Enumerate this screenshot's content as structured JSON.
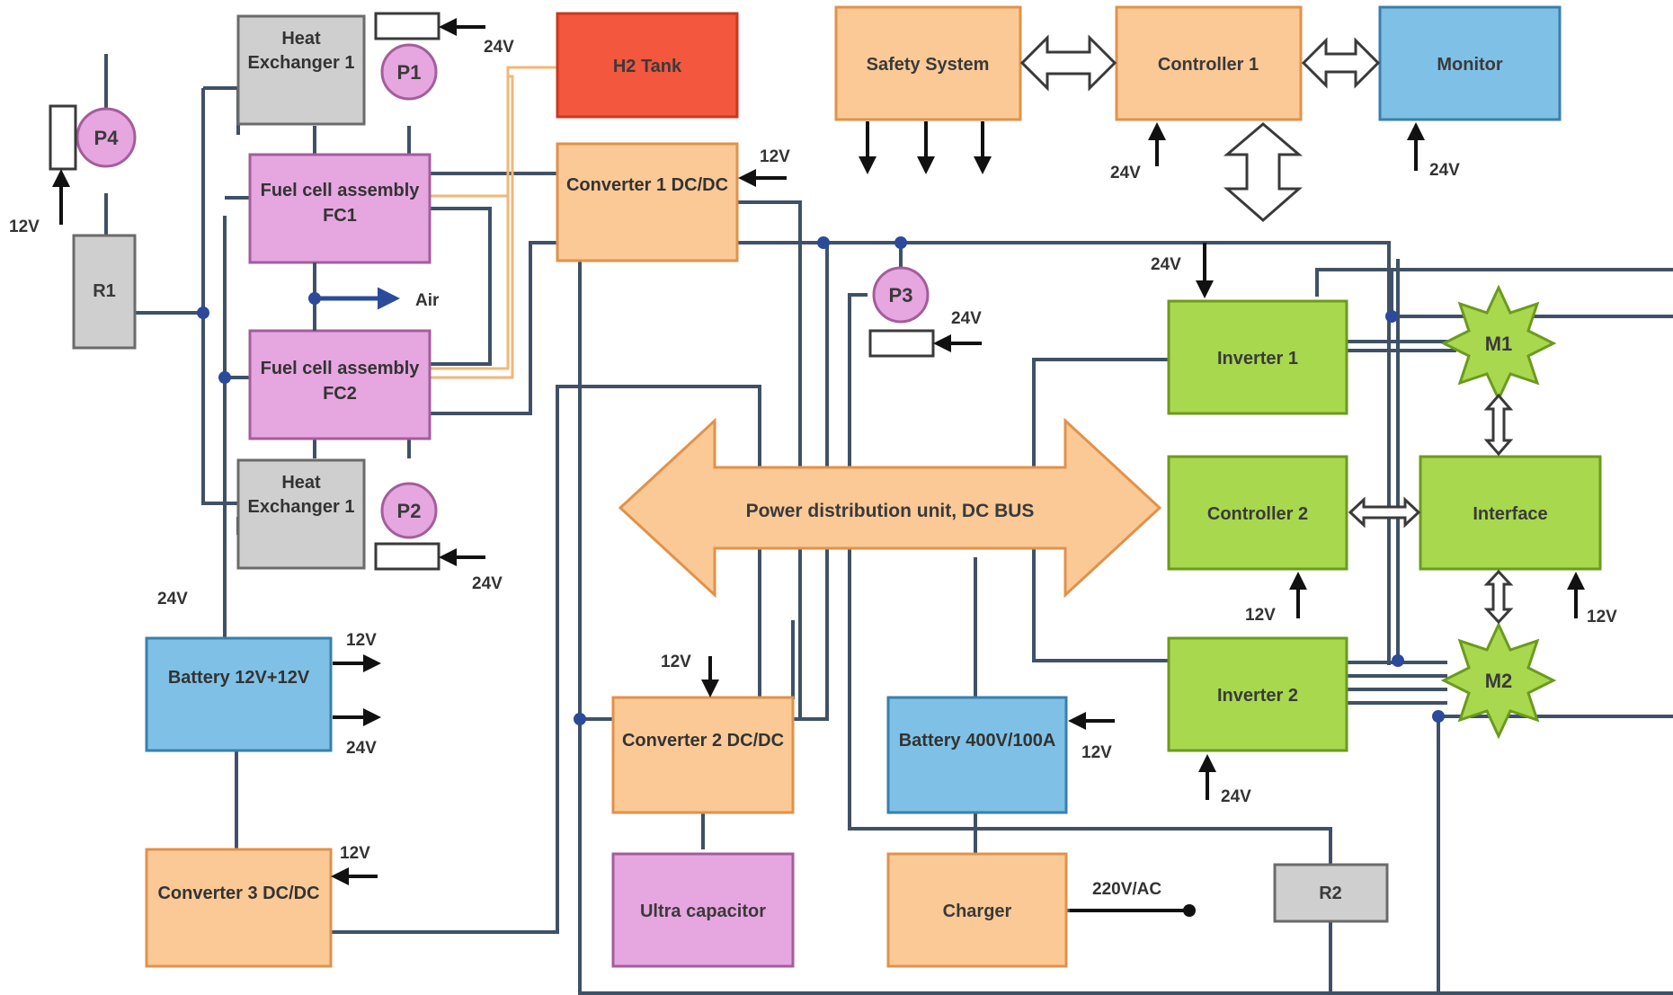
{
  "colors": {
    "orange_fill": "#fbc996",
    "orange_stroke": "#e0924a",
    "green_fill": "#a8d84e",
    "green_stroke": "#6c9a1f",
    "blue_fill": "#7fc1e6",
    "blue_stroke": "#3a7fab",
    "pink_fill": "#e6a6e0",
    "pink_stroke": "#a35d9c",
    "gray_fill": "#cfcfcf",
    "gray_stroke": "#6b6b6b",
    "red_fill": "#f3573d",
    "wire": "#3f5166",
    "pipe": "#f1b778"
  },
  "blocks": {
    "heat_exchanger_1": "Heat Exchanger 1",
    "heat_exchanger_2": "Heat Exchanger 1",
    "fuel_cell_1": "Fuel cell assembly FC1",
    "fuel_cell_2": "Fuel cell assembly FC2",
    "h2_tank": "H2 Tank",
    "converter_1": "Converter 1 DC/DC",
    "converter_2": "Converter 2 DC/DC",
    "converter_3": "Converter 3 DC/DC",
    "safety_system": "Safety System",
    "controller_1": "Controller 1",
    "monitor": "Monitor",
    "inverter_1": "Inverter 1",
    "inverter_2": "Inverter 2",
    "controller_2": "Controller 2",
    "interface": "Interface",
    "battery_small": "Battery 12V+12V",
    "battery_main": "Battery 400V/100A",
    "ultracapacitor": "Ultra capacitor",
    "charger": "Charger",
    "r1": "R1",
    "r2": "R2",
    "pdu": "Power distribution unit, DC BUS"
  },
  "pumps": {
    "p1": "P1",
    "p2": "P2",
    "p3": "P3",
    "p4": "P4"
  },
  "motors": {
    "m1": "M1",
    "m2": "M2"
  },
  "labels": {
    "air": "Air",
    "v24": "24V",
    "v12": "12V",
    "ac220": "220V/AC"
  }
}
